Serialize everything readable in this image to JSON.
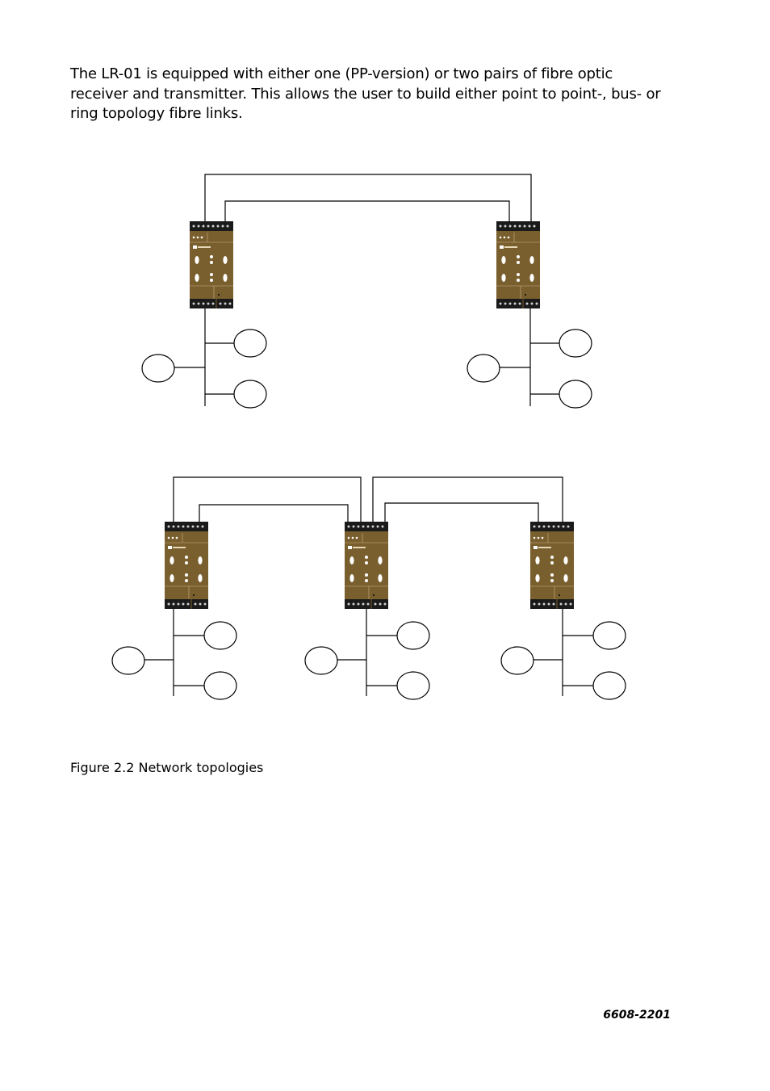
{
  "intro_text": "The LR-01 is equipped with either one (PP-version) or two pairs of fibre optic receiver and transmitter. This allows the user to build either point to point-, bus- or ring topology fibre links.",
  "figure_caption": "Figure 2.2 Network topologies",
  "document_number": "6608-2201",
  "colors": {
    "module_body": "#7a5f2e",
    "module_terminal": "#1a1a1a",
    "line": "#000000"
  }
}
